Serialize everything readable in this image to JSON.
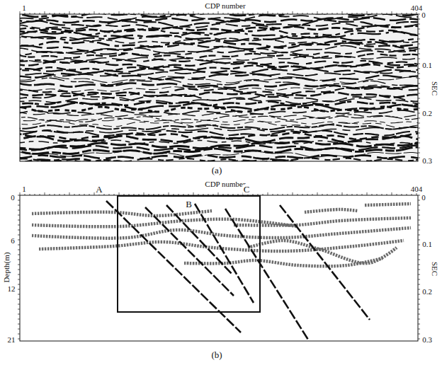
{
  "diagram": {
    "nodes": [
      {
        "text": [
          "B"
        ]
      }
    ],
    "labels": [
      "CDP number",
      "1",
      "404",
      "0",
      "0.1",
      "0.2",
      "0.3",
      "SEC",
      "(a)",
      "CDP number",
      "1",
      "404",
      "A",
      "C",
      "Depth(m)",
      "0",
      "6",
      "12",
      "21",
      "0",
      "0.1",
      "0.2",
      "0.3",
      "SEC",
      "(b)"
    ]
  }
}
